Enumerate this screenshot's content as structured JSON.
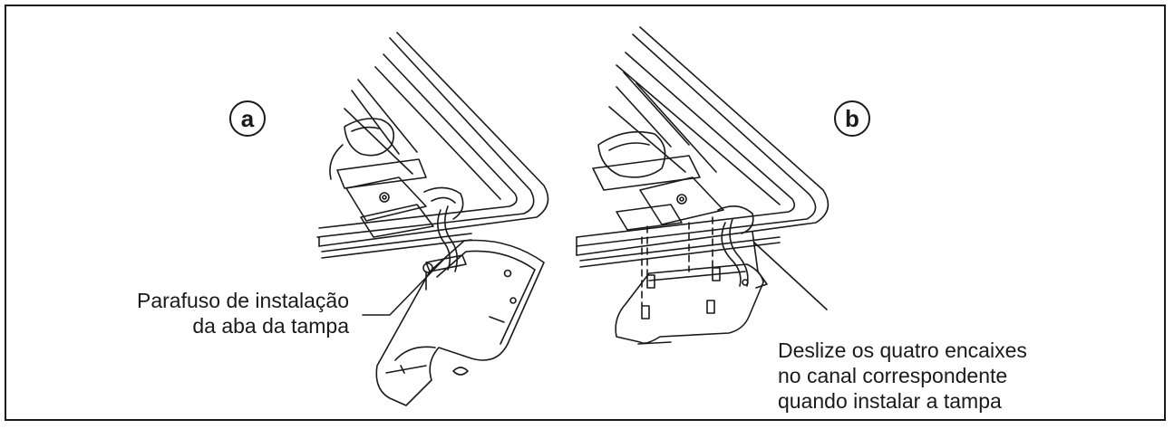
{
  "panel_a": {
    "marker": "a",
    "callout_lines": [
      "Parafuso de instalação",
      "da aba da tampa"
    ]
  },
  "panel_b": {
    "marker": "b",
    "callout_lines": [
      "Deslize os quatro encaixes",
      "no canal correspondente",
      "quando instalar a tampa"
    ]
  },
  "colors": {
    "ink": "#1a1a1a",
    "background": "#ffffff"
  }
}
